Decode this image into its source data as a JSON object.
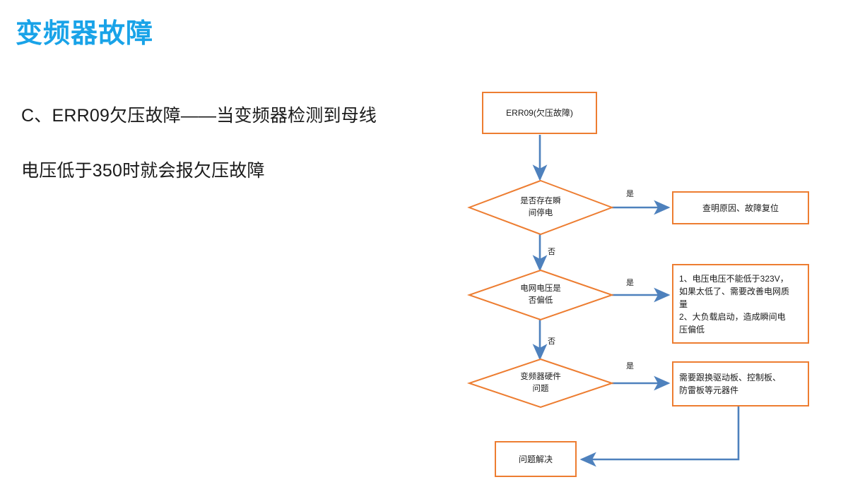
{
  "slide": {
    "title": "变频器故障",
    "body_lines": [
      "C、ERR09欠压故障——当变频器检测到母线",
      "电压低于350时就会报欠压故障"
    ]
  },
  "colors": {
    "title_blue": "#19A3E8",
    "node_border_orange": "#ED7D31",
    "connector_blue": "#4E81BD",
    "text_black": "#1A1A1A",
    "background": "#FFFFFF"
  },
  "flowchart": {
    "nodes": {
      "start": {
        "label": "ERR09(欠压故障)",
        "shape": "rectangle"
      },
      "decision_1": {
        "label": "是否存在瞬\n间停电",
        "shape": "diamond"
      },
      "decision_2": {
        "label": "电网电压是\n否偏低",
        "shape": "diamond"
      },
      "decision_3": {
        "label": "变频器硬件\n问题",
        "shape": "diamond"
      },
      "action_1": {
        "label": "查明原因、故障复位",
        "shape": "rectangle"
      },
      "action_2": {
        "label": "1、电压电压不能低于323V，\n如果太低了、需要改善电网质\n量\n2、大负载启动，造成瞬间电\n压偏低",
        "shape": "rectangle"
      },
      "action_3": {
        "label": "需要跟换驱动板、控制板、\n防雷板等元器件",
        "shape": "rectangle"
      },
      "end": {
        "label": "问题解决",
        "shape": "rectangle"
      }
    },
    "edge_labels": {
      "yes_1": "是",
      "no_1": "否",
      "yes_2": "是",
      "no_2": "否",
      "yes_3": "是"
    }
  }
}
